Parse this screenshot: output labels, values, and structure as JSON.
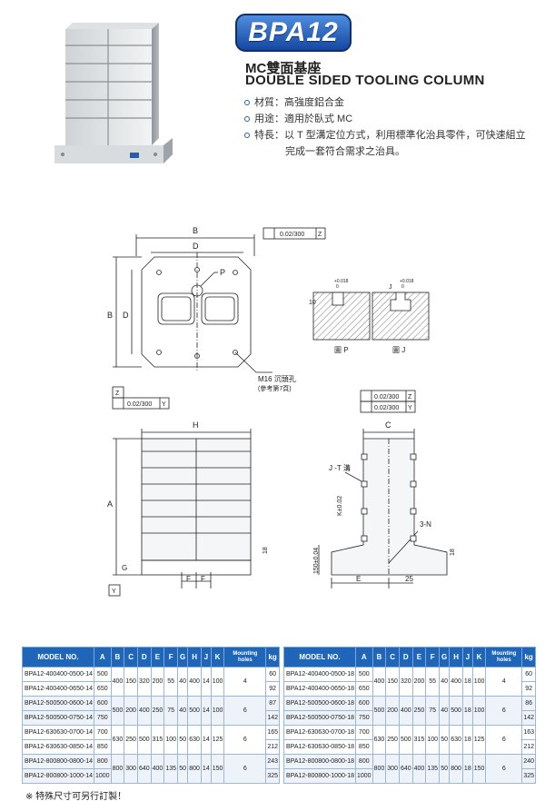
{
  "header": {
    "badge": "BPA12",
    "title_cn": "MC雙面基座",
    "title_en": "DOUBLE SIDED TOOLING COLUMN"
  },
  "specs": [
    "材質：高強度鋁合金",
    "用途：適用於臥式 MC",
    "特長：以 T 型溝定位方式，利用標準化治具零件，可快速組立"
  ],
  "specs_cont": "完成一套符合需求之治具。",
  "drawing": {
    "label_B": "B",
    "label_D": "D",
    "label_P": "P",
    "label_M16": "M16 沉頭孔",
    "label_ref": "(參考第7頁)",
    "label_Z": "Z",
    "label_Y": "Y",
    "label_H": "H",
    "label_A": "A",
    "label_G": "G",
    "label_F": "F",
    "label_18": "18",
    "label_C": "C",
    "label_JT": "J -T 溝",
    "label_K": "K±0.02",
    "label_3N": "3-N",
    "label_150": "150±0.04",
    "label_E": "E",
    "label_25": "25",
    "label_10": "10",
    "label_J": "J",
    "tol_0018": "+0.018",
    "tol_0": "0",
    "tol_flat": "0.02/300",
    "fig_P": "圖 P",
    "fig_J": "圖 J"
  },
  "table": {
    "headers": [
      "MODEL NO.",
      "A",
      "B",
      "C",
      "D",
      "E",
      "F",
      "G",
      "H",
      "J",
      "K",
      "Mounting holes",
      "kg"
    ],
    "left": [
      {
        "model": "BPA12-400400-0500-14",
        "A": "500",
        "B": "400",
        "C": "150",
        "D": "320",
        "E": "200",
        "F": "55",
        "G": "40",
        "H": "400",
        "J": "14",
        "K": "100",
        "N": "4",
        "kg": "60"
      },
      {
        "model": "BPA12-400400-0650-14",
        "A": "650",
        "kg": "92"
      },
      {
        "model": "BPA12-500500-0600-14",
        "A": "600",
        "B": "500",
        "C": "200",
        "D": "400",
        "E": "250",
        "F": "75",
        "G": "40",
        "H": "500",
        "J": "14",
        "K": "100",
        "N": "6",
        "kg": "87"
      },
      {
        "model": "BPA12-500500-0750-14",
        "A": "750",
        "kg": "142"
      },
      {
        "model": "BPA12-630630-0700-14",
        "A": "700",
        "B": "630",
        "C": "250",
        "D": "500",
        "E": "315",
        "F": "100",
        "G": "50",
        "H": "630",
        "J": "14",
        "K": "125",
        "N": "6",
        "kg": "165"
      },
      {
        "model": "BPA12-630630-0850-14",
        "A": "850",
        "kg": "212"
      },
      {
        "model": "BPA12-800800-0800-14",
        "A": "800",
        "B": "800",
        "C": "300",
        "D": "640",
        "E": "400",
        "F": "135",
        "G": "50",
        "H": "800",
        "J": "14",
        "K": "150",
        "N": "6",
        "kg": "243"
      },
      {
        "model": "BPA12-800800-1000-14",
        "A": "1000",
        "kg": "325"
      }
    ],
    "right": [
      {
        "model": "BPA12-400400-0500-18",
        "A": "500",
        "B": "400",
        "C": "150",
        "D": "320",
        "E": "200",
        "F": "55",
        "G": "40",
        "H": "400",
        "J": "18",
        "K": "100",
        "N": "4",
        "kg": "60"
      },
      {
        "model": "BPA12-400400-0650-18",
        "A": "650",
        "kg": "92"
      },
      {
        "model": "BPA12-500500-0600-18",
        "A": "600",
        "B": "500",
        "C": "200",
        "D": "400",
        "E": "250",
        "F": "75",
        "G": "40",
        "H": "500",
        "J": "18",
        "K": "100",
        "N": "6",
        "kg": "86"
      },
      {
        "model": "BPA12-500500-0750-18",
        "A": "750",
        "kg": "142"
      },
      {
        "model": "BPA12-630630-0700-18",
        "A": "700",
        "B": "630",
        "C": "250",
        "D": "500",
        "E": "315",
        "F": "100",
        "G": "50",
        "H": "630",
        "J": "18",
        "K": "125",
        "N": "6",
        "kg": "163"
      },
      {
        "model": "BPA12-630630-0850-18",
        "A": "850",
        "kg": "212"
      },
      {
        "model": "BPA12-800800-0800-18",
        "A": "800",
        "B": "800",
        "C": "300",
        "D": "640",
        "E": "400",
        "F": "135",
        "G": "50",
        "H": "800",
        "J": "18",
        "K": "150",
        "N": "6",
        "kg": "240"
      },
      {
        "model": "BPA12-800800-1000-18",
        "A": "1000",
        "kg": "325"
      }
    ]
  },
  "note": "※ 特殊尺寸可另行訂製！"
}
